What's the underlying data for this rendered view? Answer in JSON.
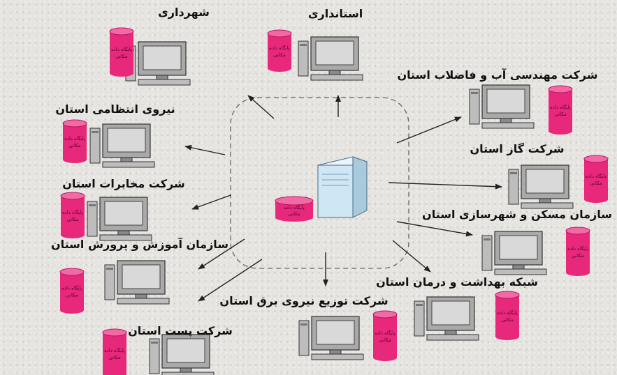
{
  "central_server": {
    "db_label_line1": "پایگاه داده",
    "db_label_line2": "مکانی"
  },
  "nodes": [
    {
      "id": "municipality",
      "label": "شهرداری",
      "db_line1": "پایگاه داده",
      "db_line2": "مکانی"
    },
    {
      "id": "governorate",
      "label": "استانداری",
      "db_line1": "پایگاه داده",
      "db_line2": "مکانی"
    },
    {
      "id": "water-company",
      "label": "شرکت مهندسی آب و فاضلاب استان",
      "db_line1": "پایگاه داده",
      "db_line2": "مکانی"
    },
    {
      "id": "police",
      "label": "نیروی انتظامی استان",
      "db_line1": "پایگاه داده",
      "db_line2": "مکانی"
    },
    {
      "id": "gas-company",
      "label": "شرکت گاز استان",
      "db_line1": "پایگاه داده",
      "db_line2": "مکانی"
    },
    {
      "id": "telecom",
      "label": "شرکت مخابرات استان",
      "db_line1": "پایگاه داده",
      "db_line2": "مکانی"
    },
    {
      "id": "housing",
      "label": "سازمان مسکن و شهرسازی استان",
      "db_line1": "پایگاه داده",
      "db_line2": "مکانی"
    },
    {
      "id": "education",
      "label": "سازمان آموزش و پرورش استان",
      "db_line1": "پایگاه داده",
      "db_line2": "مکانی"
    },
    {
      "id": "health",
      "label": "شبکه بهداشت و درمان استان",
      "db_line1": "پایگاه داده",
      "db_line2": "مکانی"
    },
    {
      "id": "electricity",
      "label": "شرکت توزیع نیروی برق استان",
      "db_line1": "پایگاه داده",
      "db_line2": "مکانی"
    },
    {
      "id": "post",
      "label": "شرکت پست استان",
      "db_line1": "پایگاه داده",
      "db_line2": "مکانی"
    }
  ],
  "colors": {
    "database": "#e8287a",
    "database_dark": "#b8155c",
    "server": "#cfe6f4",
    "monitor": "#9a9a9a",
    "arrow": "#222222",
    "boundary": "#666666"
  }
}
